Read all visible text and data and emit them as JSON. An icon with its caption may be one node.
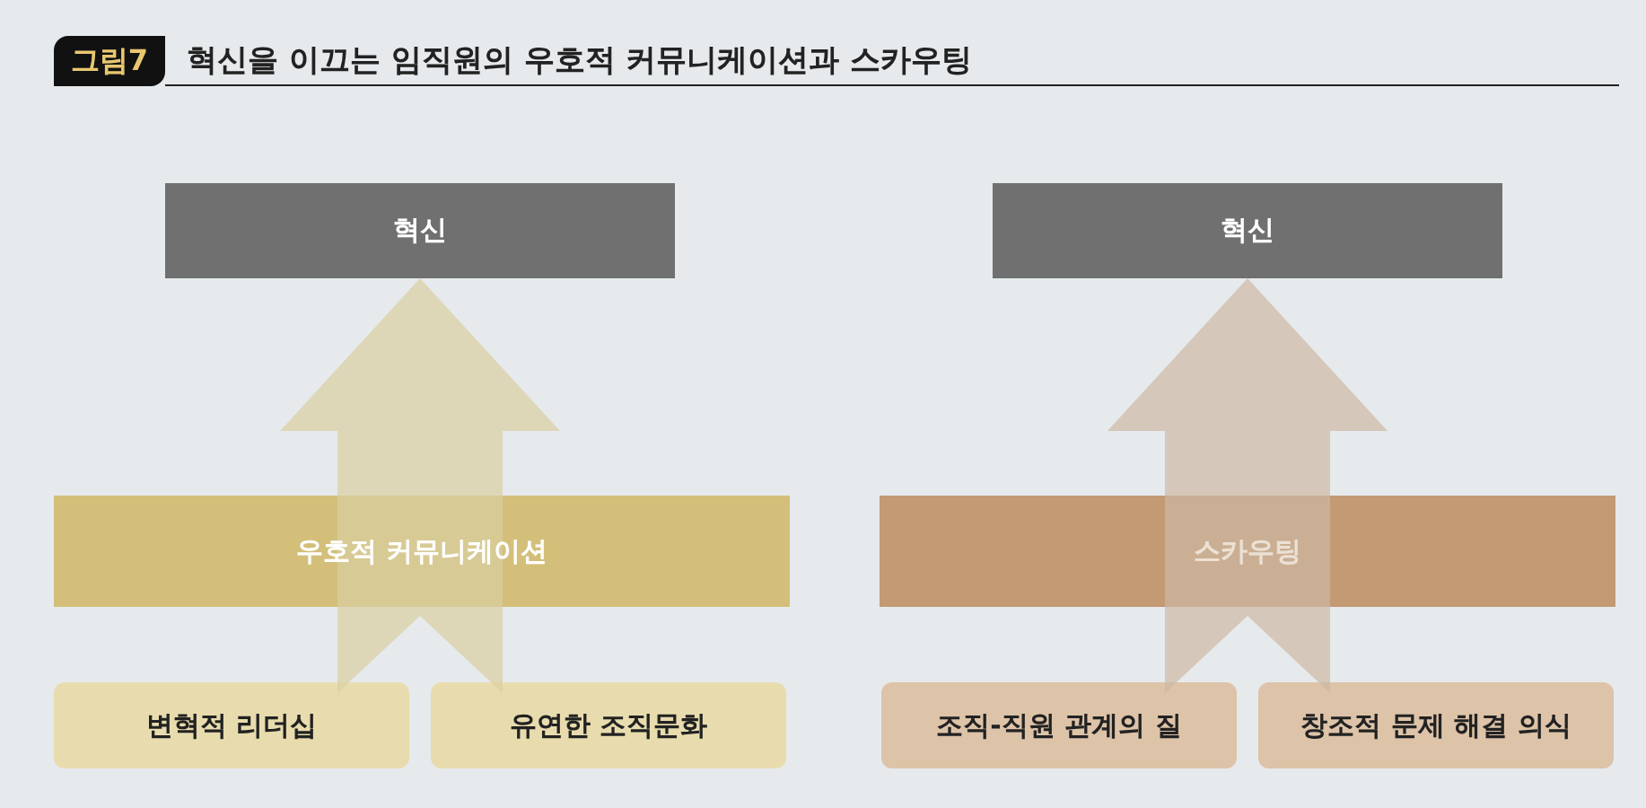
{
  "diagram": {
    "title": "혁신을 이끄는 임직원의 우호적 커뮤니케이션과 스카우팅",
    "nodes": [
      {
        "text": [
          "혁신"
        ]
      },
      {
        "text": [
          "우호적 커뮤니케이션"
        ]
      },
      {
        "text": [
          "변혁적 리더십"
        ]
      },
      {
        "text": [
          "유연한 조직문화"
        ]
      },
      {
        "text": [
          "혁신"
        ]
      },
      {
        "text": [
          "스카우팅"
        ]
      },
      {
        "text": [
          "조직-직원 관계의 질"
        ]
      },
      {
        "text": [
          "창조적 문제 해결 의식"
        ]
      }
    ],
    "edges": [
      {
        "from": 2,
        "to": 0,
        "arrow": "to"
      },
      {
        "from": 3,
        "to": 0,
        "arrow": "to"
      },
      {
        "from": 6,
        "to": 4,
        "arrow": "to"
      },
      {
        "from": 7,
        "to": 4,
        "arrow": "to"
      }
    ],
    "labels": [
      "그림7"
    ]
  }
}
